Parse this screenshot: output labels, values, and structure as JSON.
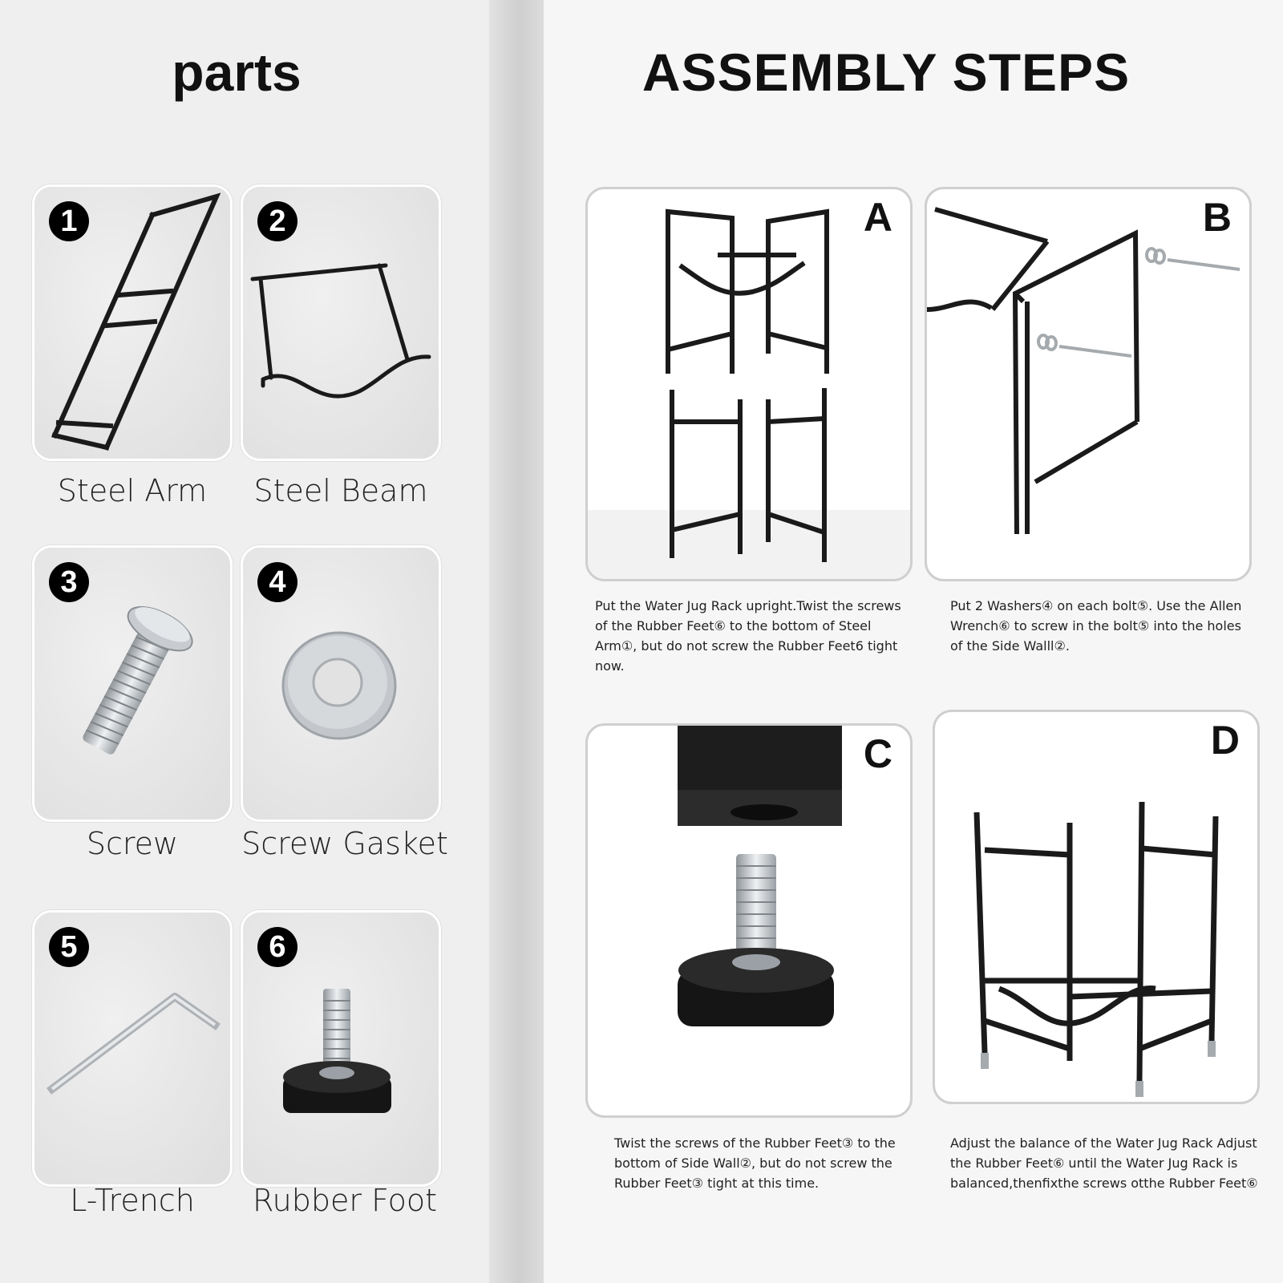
{
  "parts": {
    "title": "parts",
    "items": [
      {
        "number": "1",
        "label": "Steel Arm"
      },
      {
        "number": "2",
        "label": "Steel Beam"
      },
      {
        "number": "3",
        "label": "Screw"
      },
      {
        "number": "4",
        "label": "Screw Gasket"
      },
      {
        "number": "5",
        "label": "L-Trench"
      },
      {
        "number": "6",
        "label": "Rubber Foot"
      }
    ]
  },
  "assembly": {
    "title": "ASSEMBLY STEPS",
    "steps": [
      {
        "letter": "A",
        "text": "Put the Water Jug Rack upright.Twist the screws of the Rubber Feet⑥ to the bottom of Steel Arm①, but do not screw the Rubber Feet6 tight now."
      },
      {
        "letter": "B",
        "text": "Put 2 Washers④ on each bolt⑤. Use the Allen Wrench⑥ to screw in the bolt⑤ into the holes of the Side Walll②."
      },
      {
        "letter": "C",
        "text": "Twist the screws of the Rubber Feet③ to the bottom of Side Wall②, but do not screw the Rubber Feet③ tight at this time."
      },
      {
        "letter": "D",
        "text": "Adjust the balance of the Water Jug Rack Adjust the Rubber Feet⑥ until the Water Jug Rack is balanced,thenfixthe screws otthe Rubber Feet⑥"
      }
    ]
  },
  "colors": {
    "frame": "#1a1a1a",
    "metal": "#b8bcc0",
    "rubber": "#151515"
  }
}
